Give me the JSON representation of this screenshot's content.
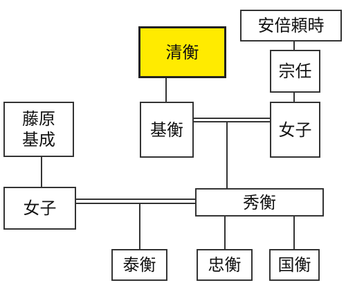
{
  "colors": {
    "highlight": "#FFEB00",
    "box_fill": "#FFFFFF",
    "line": "#333333",
    "text": "#111111"
  },
  "nodes": {
    "kiyohira": "清衡",
    "motohira": "基衡",
    "abe_yoritoki": "安倍頼時",
    "muneto": "宗任",
    "daughter_muneto": "女子",
    "fujiwara_motonari": "藤原\n基成",
    "daughter_motonari": "女子",
    "hidehira": "秀衡",
    "yasuhira": "泰衡",
    "tadahira": "忠衡",
    "kunihira": "国衡"
  }
}
